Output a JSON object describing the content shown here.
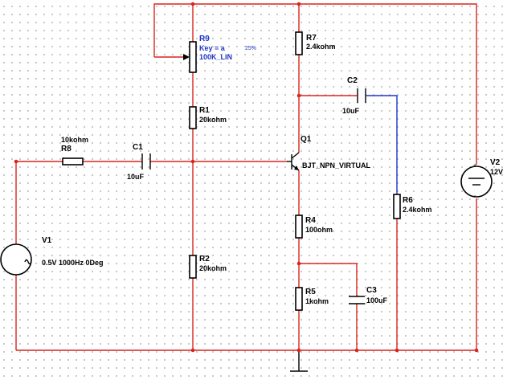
{
  "components": {
    "r9": {
      "name": "R9",
      "key": "Key = a",
      "pct": "25%",
      "value": "100K_LIN"
    },
    "r7": {
      "name": "R7",
      "value": "2.4kohm"
    },
    "r1": {
      "name": "R1",
      "value": "20kohm"
    },
    "r8": {
      "name": "R8",
      "value": "10kohm"
    },
    "c1": {
      "name": "C1",
      "value": "10uF"
    },
    "c2": {
      "name": "C2",
      "value": "10uF"
    },
    "q1": {
      "name": "Q1",
      "value": "BJT_NPN_VIRTUAL"
    },
    "r6": {
      "name": "R6",
      "value": "2.4kohm"
    },
    "v1": {
      "name": "V1",
      "value": "0.5V 1000Hz 0Deg"
    },
    "v2": {
      "name": "V2",
      "value": "12V"
    },
    "r4": {
      "name": "R4",
      "value": "100ohm"
    },
    "r2": {
      "name": "R2",
      "value": "20kohm"
    },
    "r5": {
      "name": "R5",
      "value": "1kohm"
    },
    "c3": {
      "name": "C3",
      "value": "100uF"
    }
  },
  "colors": {
    "wire": "#d9251d",
    "blue_wire": "#2034c8",
    "grid_dot": "#b9b9b9",
    "label_blue": "#1f35c7"
  }
}
